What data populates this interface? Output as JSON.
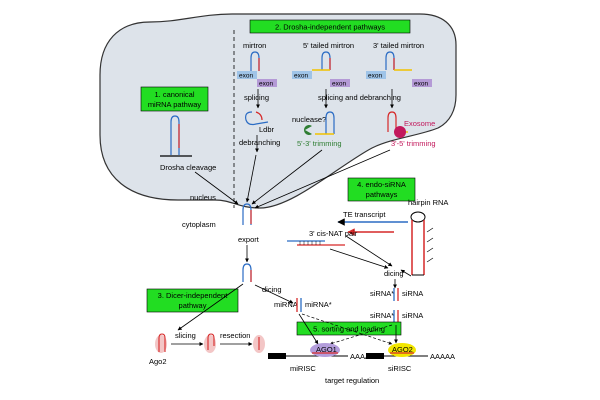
{
  "colors": {
    "nucleus_fill": "#dde3ea",
    "section_box": "#22dd22",
    "exon_blue": "#9fc4e8",
    "exon_purple": "#b49ad6",
    "strand_red": "#d62828",
    "strand_blue": "#2b6cc4",
    "ago_yellow": "#f2e600",
    "ago_purple": "#b39ddb",
    "nuclease_green": "#2e7d32",
    "exosome_magenta": "#c2185b"
  },
  "sections": {
    "s1": [
      "1. canonical",
      "miRNA pathway"
    ],
    "s2": "2. Drosha-independent pathways",
    "s3": [
      "3. Dicer-independent",
      "pathway"
    ],
    "s4": [
      "4. endo-siRNA",
      "pathways"
    ],
    "s5": "5. sorting and loading"
  },
  "nucleus": {
    "mirtron": "mirtron",
    "tailed5": "5' tailed mirtron",
    "tailed3": "3' tailed mirtron",
    "exon": "exon",
    "splicing": "splicing",
    "ldbr": "Ldbr",
    "debranching": "debranching",
    "splicing_debranching": "splicing and debranching",
    "nuclease": "nuclease?",
    "trim53": "5'-3' trimming",
    "exosome": "Exosome",
    "trim35": "3'-5' trimming",
    "drosha": "Drosha cleavage",
    "nucleus_label": "nucleus"
  },
  "cytoplasm": {
    "label": "cytoplasm",
    "export": "export",
    "dicing_left": "dicing",
    "dicing_right": "dicing",
    "te": "TE transcript",
    "hairpin": "hairpin RNA",
    "cisnat": "3' cis-NAT pair",
    "mirna": "miRNA",
    "mirna_star": "miRNA*",
    "sirna_star1": "siRNA*",
    "sirna1": "siRNA",
    "sirna_star2": "siRNA*",
    "sirna2": "siRNA",
    "slicing": "slicing",
    "resection": "resection",
    "ago2_left": "Ago2",
    "ago1": "AGO1",
    "ago2_right": "AGO2",
    "aaaaa1": "AAAAA",
    "aaaaa2": "AAAAA",
    "mirisc": "miRISC",
    "sirisc": "siRISC",
    "target_regulation": "target regulation"
  }
}
